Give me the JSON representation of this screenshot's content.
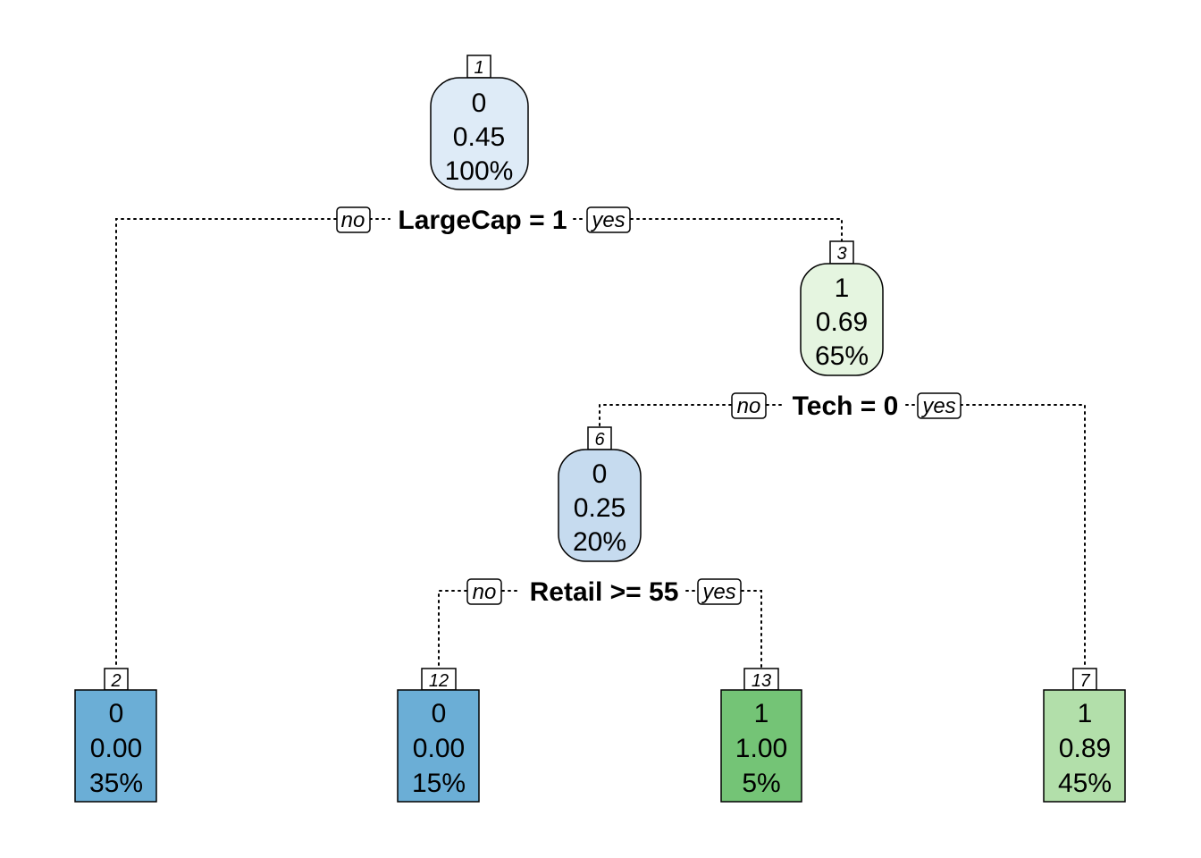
{
  "nodes": [
    {
      "id": "1",
      "class": "0",
      "prob": "0.45",
      "pct": "100%",
      "color": "#deebf7"
    },
    {
      "id": "3",
      "class": "1",
      "prob": "0.69",
      "pct": "65%",
      "color": "#e5f5e0"
    },
    {
      "id": "6",
      "class": "0",
      "prob": "0.25",
      "pct": "20%",
      "color": "#c6dbef"
    },
    {
      "id": "2",
      "class": "0",
      "prob": "0.00",
      "pct": "35%",
      "color": "#6baed6"
    },
    {
      "id": "12",
      "class": "0",
      "prob": "0.00",
      "pct": "15%",
      "color": "#6baed6"
    },
    {
      "id": "13",
      "class": "1",
      "prob": "1.00",
      "pct": "5%",
      "color": "#74c476"
    },
    {
      "id": "7",
      "class": "1",
      "prob": "0.89",
      "pct": "45%",
      "color": "#b2dfaa"
    }
  ],
  "splits": [
    {
      "label": "LargeCap = 1",
      "no": "no",
      "yes": "yes"
    },
    {
      "label": "Tech = 0",
      "no": "no",
      "yes": "yes"
    },
    {
      "label": "Retail >= 55",
      "no": "no",
      "yes": "yes"
    }
  ]
}
